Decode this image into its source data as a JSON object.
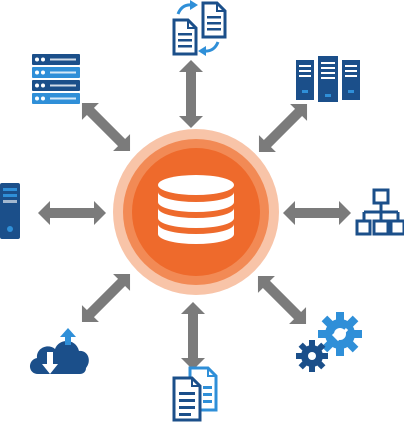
{
  "diagram": {
    "center": {
      "icon": "database-icon",
      "outer_ring_color": "#f8c4a8",
      "mid_ring_color": "#f28a55",
      "core_color": "#ee6a2c",
      "icon_color": "#ffffff"
    },
    "arrow_color": "#7b7b7b",
    "icon_primary_color": "#1b4f8a",
    "icon_accent_color": "#2f8fd8",
    "nodes": [
      {
        "position": "top",
        "icon": "document-sync-icon"
      },
      {
        "position": "top-right",
        "icon": "server-rack-icon"
      },
      {
        "position": "right",
        "icon": "hierarchy-icon"
      },
      {
        "position": "bottom-right",
        "icon": "gears-icon"
      },
      {
        "position": "bottom",
        "icon": "documents-icon"
      },
      {
        "position": "bottom-left",
        "icon": "cloud-download-icon"
      },
      {
        "position": "left",
        "icon": "desktop-tower-icon"
      },
      {
        "position": "top-left",
        "icon": "server-stack-icon"
      }
    ]
  }
}
